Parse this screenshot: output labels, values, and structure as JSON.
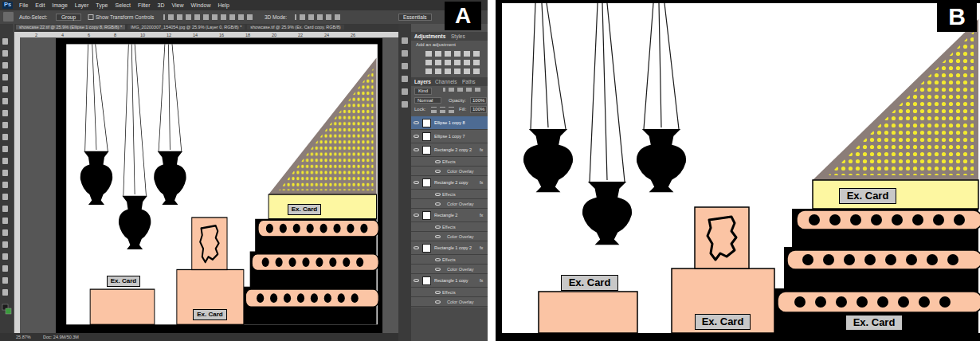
{
  "diagram": {
    "nodes": [
      {
        "text": [
          "A"
        ]
      },
      {
        "text": [
          "Ex. Card"
        ]
      },
      {
        "text": [
          "Ex. Card"
        ]
      },
      {
        "text": [
          "Ex. Card"
        ]
      },
      {
        "text": [
          "B"
        ]
      },
      {
        "text": [
          "Ex. Card"
        ]
      },
      {
        "text": [
          "Ex. Card"
        ]
      },
      {
        "text": [
          "Ex. Card"
        ]
      },
      {
        "text": [
          "Ex. Card"
        ]
      }
    ],
    "labels": [
      "Ps",
      "File",
      "Edit",
      "Image",
      "Layer",
      "Type",
      "Select",
      "Filter",
      "3D",
      "View",
      "Window",
      "Help",
      "Auto-Select:",
      "Group",
      "Show Transform Controls",
      "3D Mode:",
      "Essentials",
      "showcase 22.tif @ 25.9% (Ellipse 1 copy 8, RGB/8) *",
      "IMG_20200307_154054.jpg @ 25.9% (Layer 0, RGB/8) *",
      "showcase.tif @ 25.9% (Ex. Card copy, RGB/8)",
      "2",
      "4",
      "6",
      "8",
      "10",
      "12",
      "14",
      "16",
      "18",
      "20",
      "22",
      "24",
      "26",
      "Adjustments",
      "Styles",
      "Add an adjustment",
      "Layers",
      "Channels",
      "Paths",
      "Kind",
      "Normal",
      "Opacity:",
      "100%",
      "Lock:",
      "Fill:",
      "100%",
      "Ellipse 1 copy 8",
      "Ellipse 1 copy 7",
      "Rectangle 2 copy 2",
      "fx",
      "Effects",
      "Color Overlay",
      "Rectangle 2 copy",
      "fx",
      "Effects",
      "Color Overlay",
      "Rectangle 2",
      "fx",
      "Effects",
      "Color Overlay",
      "Rectangle 1 copy 2",
      "fx",
      "Effects",
      "Color Overlay",
      "Rectangle 1 copy",
      "fx",
      "Effects",
      "Color Overlay",
      "25.87%",
      "Doc: 24.9M/50.3M"
    ]
  }
}
